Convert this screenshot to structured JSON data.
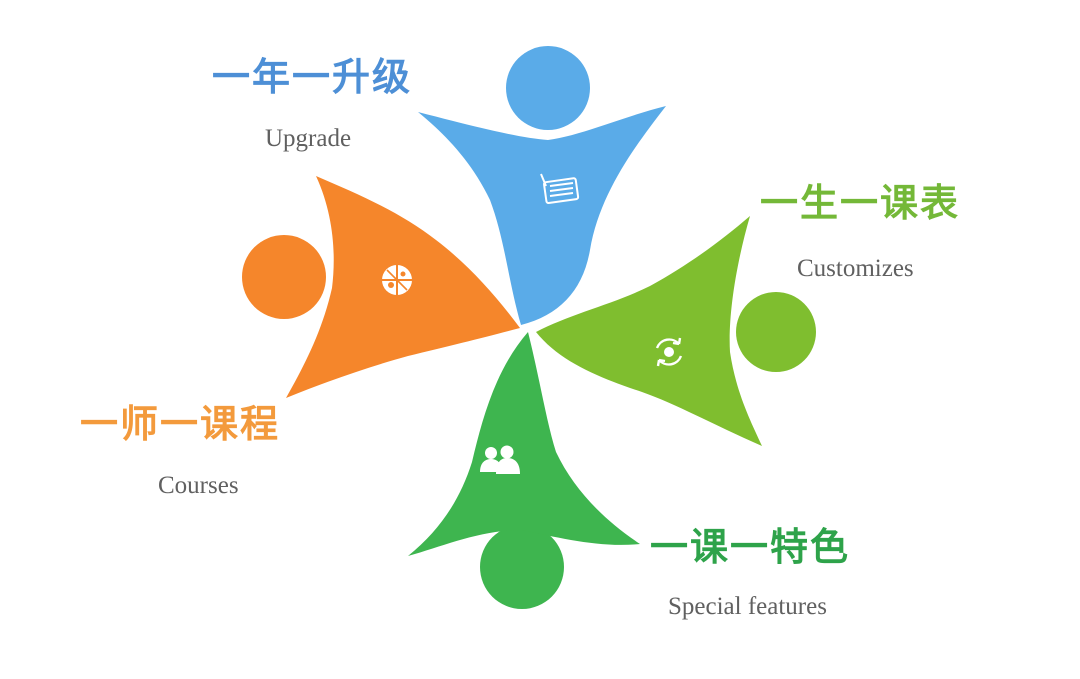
{
  "colors": {
    "blue": "#5aabe8",
    "green_light": "#7fbe2f",
    "green_dark": "#3eb54f",
    "orange": "#f5862b"
  },
  "figures": [
    {
      "id": "upgrade",
      "title_cn": "一年一升级",
      "title_en": "Upgrade",
      "color": "#5aabe8",
      "label_color": "#4d8fd6",
      "icon": "calendar-notes-icon"
    },
    {
      "id": "customizes",
      "title_cn": "一生一课表",
      "title_en": "Customizes",
      "color": "#7fbe2f",
      "label_color": "#74b838",
      "icon": "refresh-cycle-icon"
    },
    {
      "id": "special",
      "title_cn": "一课一特色",
      "title_en": "Special features",
      "color": "#3eb54f",
      "label_color": "#2ea34a",
      "icon": "people-group-icon"
    },
    {
      "id": "courses",
      "title_cn": "一师一课程",
      "title_en": "Courses",
      "color": "#f5862b",
      "label_color": "#f39a3c",
      "icon": "segmented-disc-icon"
    }
  ]
}
